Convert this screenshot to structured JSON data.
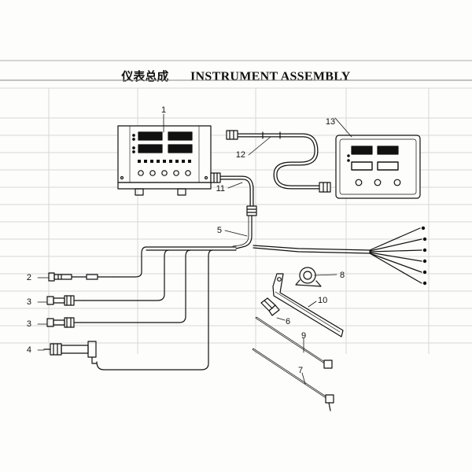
{
  "title": {
    "chinese": "仪表总成",
    "english": "INSTRUMENT ASSEMBLY"
  },
  "callouts": [
    {
      "id": "1",
      "part": "instrument-panel"
    },
    {
      "id": "2",
      "part": "sensor"
    },
    {
      "id": "3",
      "part": "sensor"
    },
    {
      "id": "3",
      "part": "sensor"
    },
    {
      "id": "4",
      "part": "sensor-with-connector"
    },
    {
      "id": "5",
      "part": "wiring-harness"
    },
    {
      "id": "6",
      "part": "fitting"
    },
    {
      "id": "7",
      "part": "cable-tie"
    },
    {
      "id": "8",
      "part": "clamp"
    },
    {
      "id": "9",
      "part": "cable-tie"
    },
    {
      "id": "10",
      "part": "bracket"
    },
    {
      "id": "11",
      "part": "conduit"
    },
    {
      "id": "12",
      "part": "conduit"
    },
    {
      "id": "13",
      "part": "remote-instrument-panel"
    }
  ],
  "colors": {
    "ink": "#111111",
    "paper": "#fdfdfb",
    "ghost": "#cfcfcf"
  }
}
